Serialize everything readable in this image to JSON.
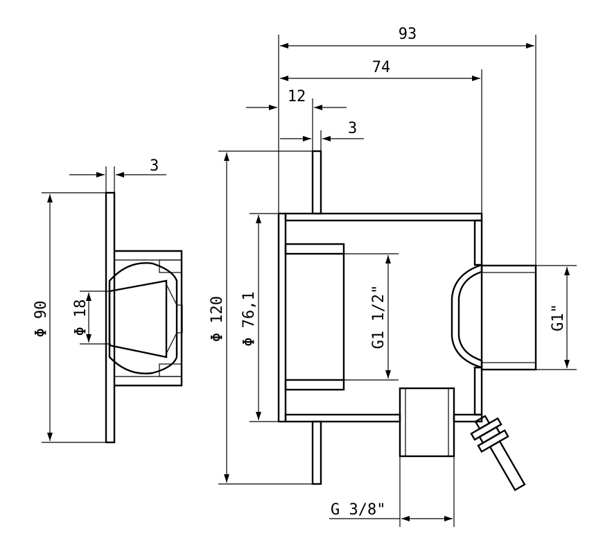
{
  "dimensions": {
    "overall_width": "93",
    "body_width": "74",
    "flange_offset": "12",
    "wall_thickness_right": "3",
    "wall_thickness_left": "3",
    "dia_flange_right": "Φ 120",
    "dia_bore": "Φ 76,1",
    "thread_inner": "G1 1/2\"",
    "thread_side": "G1\"",
    "thread_bottom": "G 3/8\"",
    "dia_flange_left": "Φ 90",
    "dia_ball": "Φ 18"
  }
}
